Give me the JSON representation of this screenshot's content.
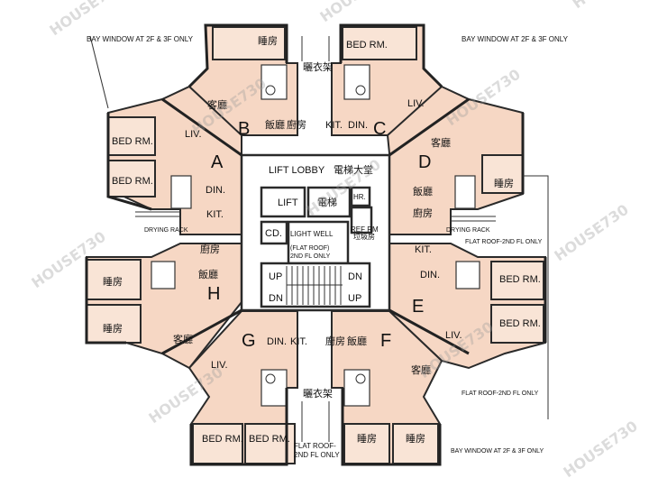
{
  "units": {
    "A": {
      "letter": "A",
      "liv": "LIV.",
      "din": "DIN.",
      "kit": "KIT.",
      "bed1": "BED RM.",
      "bed2": "BED RM."
    },
    "B": {
      "letter": "B",
      "liv": "客廳",
      "din": "飯廳",
      "kit": "廚房",
      "bed1": "睡房"
    },
    "C": {
      "letter": "C",
      "liv": "LIV.",
      "din": "DIN.",
      "kit": "KIT.",
      "bed1": "BED RM."
    },
    "D": {
      "letter": "D",
      "liv": "客廳",
      "din": "飯廳",
      "kit": "廚房",
      "bed1": "睡房"
    },
    "E": {
      "letter": "E",
      "liv": "LIV.",
      "din": "DIN.",
      "kit": "KIT.",
      "bed1": "BED RM.",
      "bed2": "BED RM."
    },
    "F": {
      "letter": "F",
      "liv": "客廳",
      "din": "飯廳",
      "kit": "廚房",
      "bed1": "睡房",
      "bed2": "睡房"
    },
    "G": {
      "letter": "G",
      "liv": "LIV.",
      "din": "DIN.",
      "kit": "KIT.",
      "bed1": "BED RM.",
      "bed2": "BED RM."
    },
    "H": {
      "letter": "H",
      "liv": "客廳",
      "din": "飯廳",
      "kit": "廚房",
      "bed1": "睡房",
      "bed2": "睡房"
    }
  },
  "core": {
    "lift_lobby": "LIFT LOBBY",
    "lift_lobby_cn": "電梯大堂",
    "lift": "LIFT",
    "lift_cn": "電梯",
    "hr": "HR.",
    "ref_rm": "REF RM",
    "ref_rm_cn": "垃圾房",
    "cd": "CD.",
    "light_well": "LIGHT WELL",
    "flat_roof_1": "(FLAT ROOF)",
    "flat_roof_2": "2ND FL ONLY",
    "up1": "UP",
    "dn1": "DN",
    "dn2": "DN",
    "up2": "UP"
  },
  "notes": {
    "bay_tl": "BAY WINDOW AT 2F & 3F ONLY",
    "bay_tr": "BAY WINDOW AT 2F & 3F ONLY",
    "bay_br": "BAY WINDOW AT 2F & 3F ONLY",
    "drying_left": "DRYING RACK",
    "drying_right": "DRYING RACK",
    "drying_top": "曬衣架",
    "drying_bottom": "曬衣架",
    "flat_roof_right1": "FLAT ROOF-2ND FL ONLY",
    "flat_roof_right2": "FLAT ROOF-2ND FL ONLY",
    "flat_roof_bottom_1": "FLAT ROOF-",
    "flat_roof_bottom_2": "2ND FL ONLY"
  },
  "watermark": "HOUSE730",
  "colors": {
    "room": "#f6d7c4",
    "room_light": "#f9e4d6",
    "wall": "#222222",
    "watermark": "#9a9a9a"
  }
}
